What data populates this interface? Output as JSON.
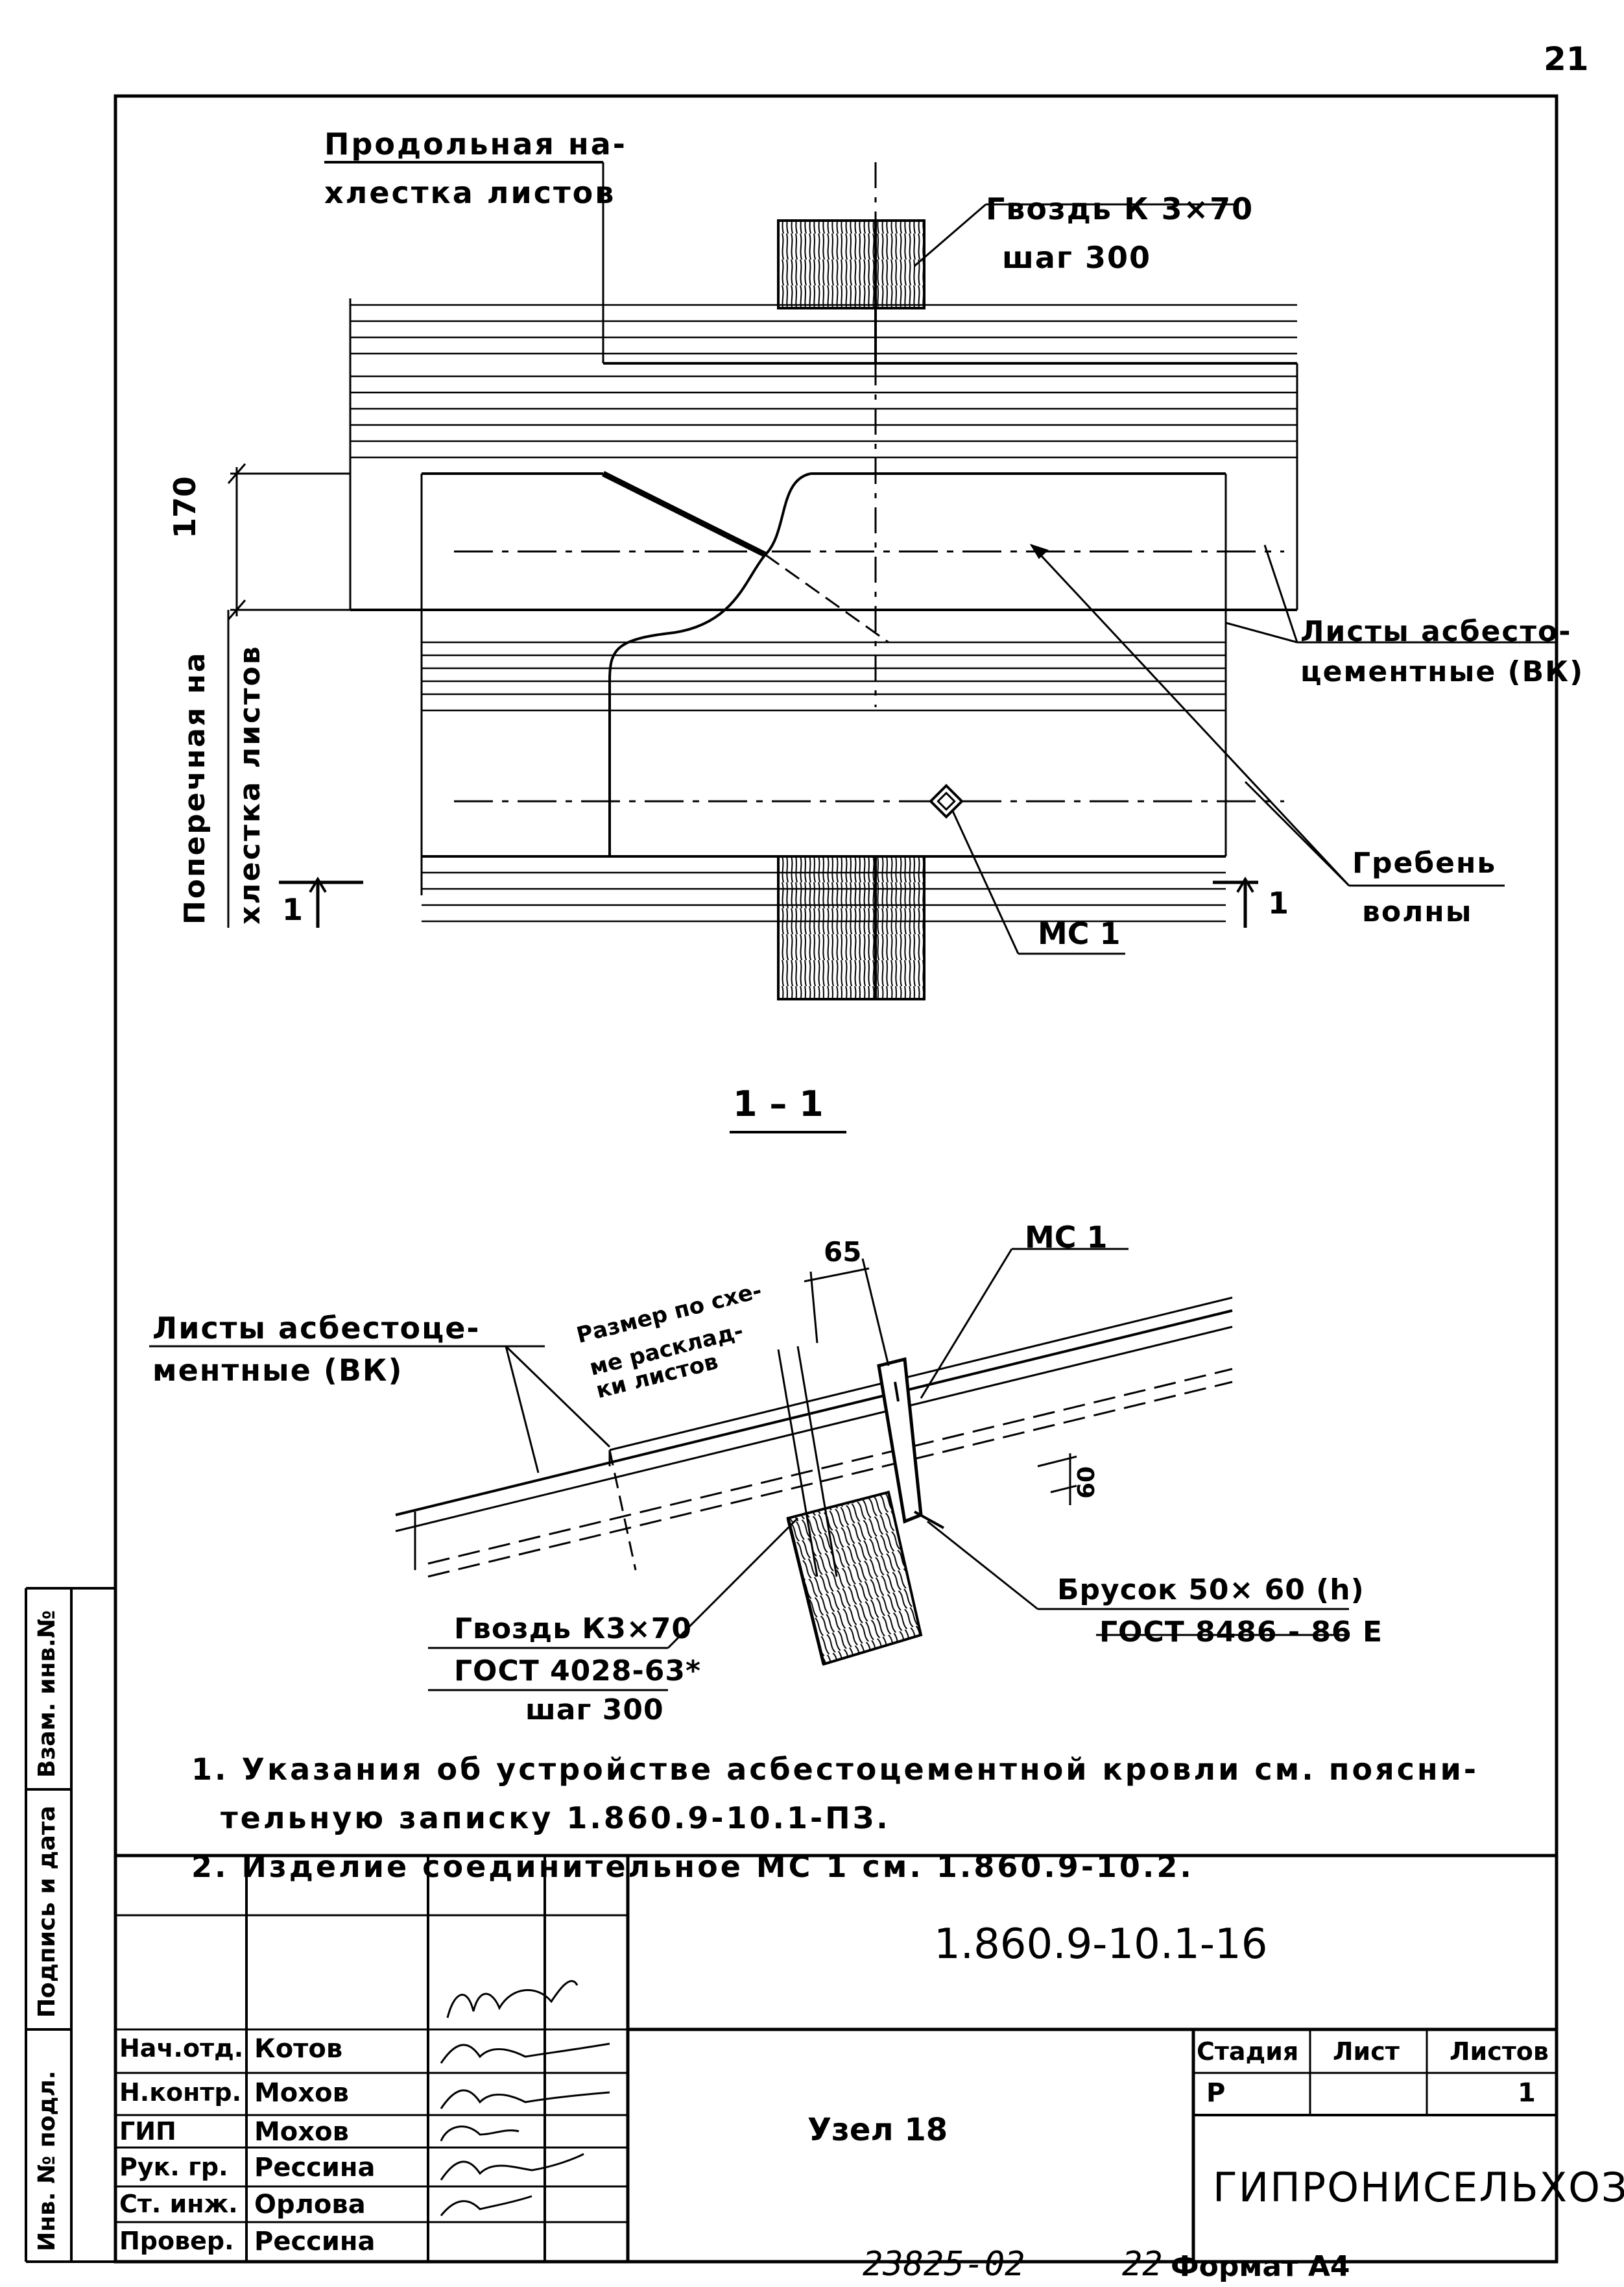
{
  "page_number": "21",
  "plan_view": {
    "longitudinal_overlap": [
      "Продольная на-",
      "хлестка листов"
    ],
    "nail": [
      "Гвоздь К 3×70",
      "шаг 300"
    ],
    "dimension_170": "170",
    "transverse_overlap": [
      "Поперечная на",
      "хлестка листов"
    ],
    "sheets": [
      "Листы асбесто-",
      "цементные (ВК)"
    ],
    "wave_crest": [
      "Гребень",
      "волны"
    ],
    "mc1": "МС 1",
    "cut_left": "1",
    "cut_right": "1"
  },
  "section_title": "1 – 1",
  "section_view": {
    "dim_65": "65",
    "mc1": "МС 1",
    "sheets": [
      "Листы асбестоце-",
      "ментные (ВК)"
    ],
    "layout_size": [
      "Размер по схе-",
      "ме расклад-",
      "ки листов"
    ],
    "dim_60": "60",
    "bar": [
      "Брусок 50× 60 (h)",
      "ГОСТ 8486 - 86 Е"
    ],
    "nail": [
      "Гвоздь К3×70",
      "ГОСТ 4028-63*",
      "шаг 300"
    ]
  },
  "notes": [
    "1. Указания об устройстве асбестоцементной кровли см. поясни-",
    "тельную записку 1.860.9-10.1-ПЗ.",
    "2. Изделие соединительное МС 1 см. 1.860.9-10.2."
  ],
  "side_stamp": [
    "Взам. инв.№",
    "Подпись и дата",
    "Инв. № подл."
  ],
  "title_block": {
    "document_code": "1.860.9-10.1-16",
    "drawing_name": "Узел 18",
    "organization": "ГИПРОНИСЕЛЬХОЗ",
    "stage_header": "Стадия",
    "sheet_header": "Лист",
    "sheets_header": "Листов",
    "stage": "Р",
    "sheet": "",
    "sheets_total": "1",
    "rows": [
      {
        "role": "Нач.отд.",
        "name": "Котов"
      },
      {
        "role": "Н.контр.",
        "name": "Мохов"
      },
      {
        "role": "ГИП",
        "name": "Мохов"
      },
      {
        "role": "Рук. гр.",
        "name": "Рессина"
      },
      {
        "role": "Ст. инж.",
        "name": "Орлова"
      },
      {
        "role": "Провер.",
        "name": "Рессина"
      }
    ]
  },
  "footer": {
    "copy_number": "23825-02",
    "sheet_mark": "22",
    "format": "Формат А4"
  }
}
